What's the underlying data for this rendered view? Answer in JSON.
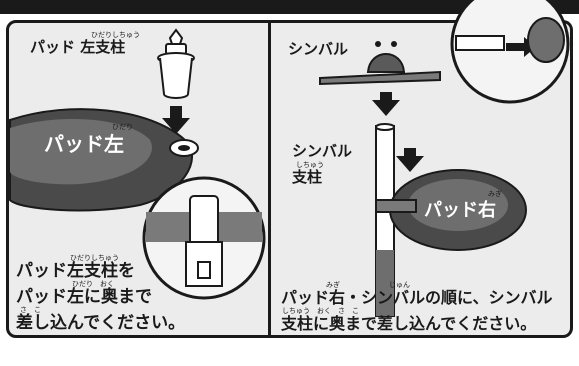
{
  "left": {
    "part_label": "パッド 左支柱",
    "part_ruby": "ひだりしちゅう",
    "pad_label": "パッド左",
    "pad_ruby": "ひだり",
    "instruction_lines": [
      "パッド左支柱を",
      "パッド左に奥まで",
      "差し込んでください。"
    ],
    "instruction_ruby": [
      "ひだりしちゅう",
      "ひだり　おく",
      "さ　こ"
    ]
  },
  "right": {
    "cymbal_label": "シンバル",
    "cymbal_post_label_1": "シンバル",
    "cymbal_post_label_2": "支柱",
    "post_ruby": "しちゅう",
    "pad_label": "パッド右",
    "pad_ruby": "みぎ",
    "instruction_lines": [
      "パッド右・シンバルの順に、シンバル",
      "支柱に奥まで差し込んでください。"
    ],
    "instruction_ruby": [
      "みぎ　　　　　　　じゅん",
      "しちゅう　おく　さ　こ"
    ]
  }
}
